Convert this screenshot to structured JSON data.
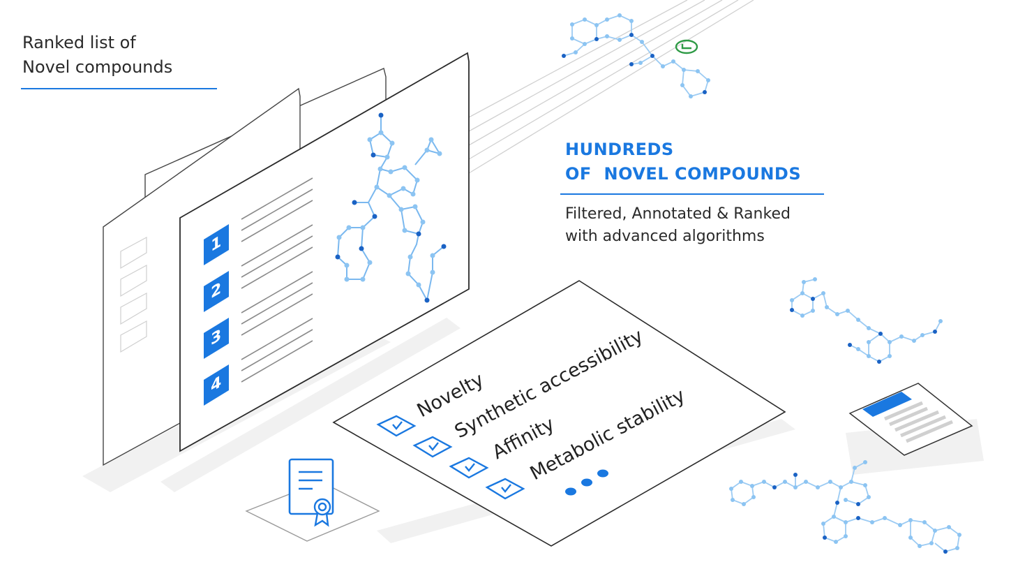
{
  "header": {
    "title_line1": "Ranked list of",
    "title_line2": "Novel compounds"
  },
  "headline": {
    "line1": "HUNDREDS",
    "line2": "OF  NOVEL COMPOUNDS"
  },
  "subheadline": {
    "line1": "Filtered, Annotated & Ranked",
    "line2": "with advanced algorithms"
  },
  "ranked_list": {
    "ranks": [
      "1",
      "2",
      "3",
      "4"
    ]
  },
  "criteria": {
    "items": [
      "Novelty",
      "Synthetic accessibility",
      "Affinity",
      "Metabolic stability"
    ]
  },
  "colors": {
    "accent": "#1a78e0",
    "molecule_light": "#8cc4f2",
    "molecule_dark": "#1a62c4",
    "line": "#9a9a9a",
    "shadow": "#f0f0f0",
    "status_green": "#2e9a45"
  },
  "icons": [
    "certificate-icon",
    "ribbon-icon",
    "check-icon",
    "document-icon",
    "molecule-icon",
    "return-icon"
  ]
}
